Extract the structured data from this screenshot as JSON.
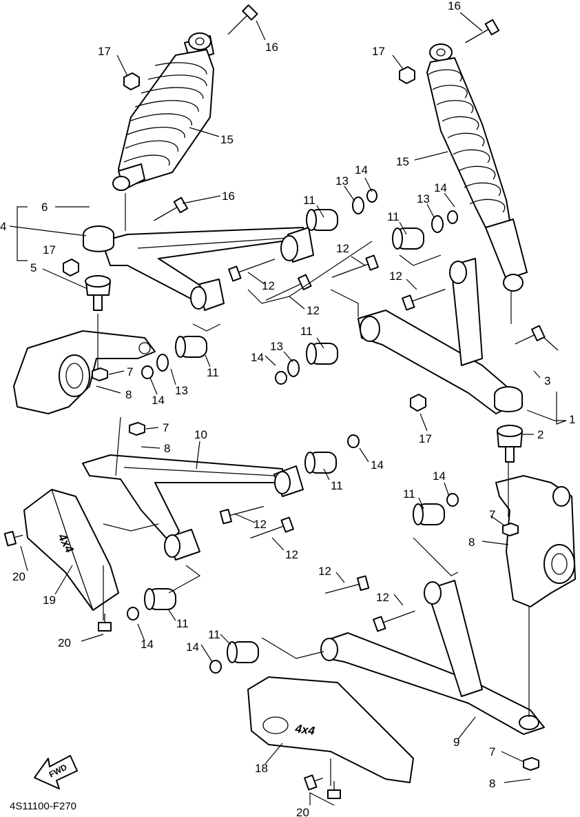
{
  "diagram": {
    "drawing_code": "4S11100-F270",
    "fwd_label": "FWD",
    "guard_emblem": "4x4"
  },
  "callouts": [
    "16",
    "16",
    "17",
    "17",
    "15",
    "15",
    "14",
    "14",
    "13",
    "13",
    "11",
    "11",
    "6",
    "16",
    "4",
    "17",
    "5",
    "12",
    "12",
    "12",
    "12",
    "11",
    "14",
    "13",
    "3",
    "1",
    "17",
    "2",
    "7",
    "8",
    "14",
    "13",
    "11",
    "7",
    "8",
    "10",
    "14",
    "11",
    "12",
    "12",
    "11",
    "14",
    "7",
    "8",
    "20",
    "19",
    "11",
    "14",
    "20",
    "12",
    "12",
    "11",
    "14",
    "9",
    "7",
    "8",
    "18",
    "20"
  ]
}
